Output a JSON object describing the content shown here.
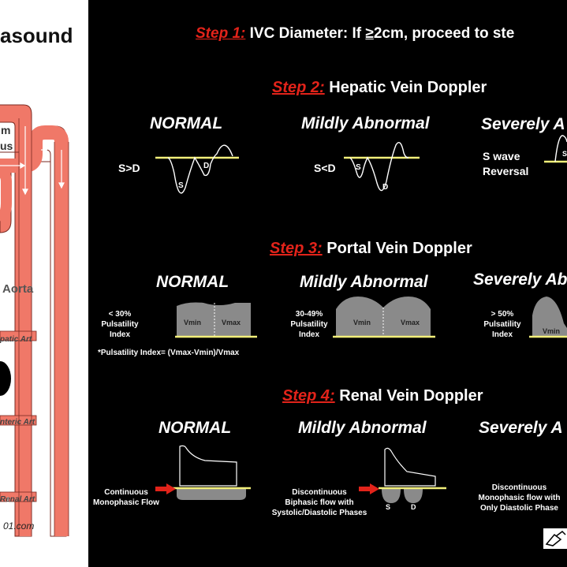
{
  "left_panel": {
    "title_fragment": "asound",
    "hepatic_label_line1": "m",
    "hepatic_label_line2": "us",
    "aorta_label": "Aorta",
    "hepatic_art_label": "patic Art",
    "mesenteric_art_label": "nteric Art",
    "renal_art_label": "Renal Art",
    "url_fragment": "01.com"
  },
  "step1": {
    "step": "Step 1:",
    "text": " IVC Diameter: If ",
    "ge": "≥",
    "text2": "2cm, proceed to ste"
  },
  "step2": {
    "step": "Step 2:",
    "title": " Hepatic Vein Doppler",
    "normal": {
      "header": "NORMAL",
      "label": "S>D",
      "s": "S",
      "d": "D"
    },
    "mild": {
      "header": "Mildly Abnormal",
      "label": "S<D",
      "s": "S",
      "d": "D"
    },
    "severe": {
      "header": "Severely A",
      "label_line1": "S wave",
      "label_line2": "Reversal",
      "s": "S"
    }
  },
  "step3": {
    "step": "Step 3:",
    "title": " Portal Vein Doppler",
    "normal": {
      "header": "NORMAL",
      "pi_line1": "< 30%",
      "pi_line2": "Pulsatility",
      "pi_line3": "Index",
      "vmin": "Vmin",
      "vmax": "Vmax"
    },
    "mild": {
      "header": "Mildly Abnormal",
      "pi_line1": "30-49%",
      "pi_line2": "Pulsatility",
      "pi_line3": "Index",
      "vmin": "Vmin",
      "vmax": "Vmax"
    },
    "severe": {
      "header": "Severely Ab",
      "pi_line1": "> 50%",
      "pi_line2": "Pulsatility",
      "pi_line3": "Index",
      "vmin": "Vmin"
    },
    "formula": "*Pulsatility Index= (Vmax-Vmin)/Vmax"
  },
  "step4": {
    "step": "Step 4:",
    "title": " Renal Vein Doppler",
    "normal": {
      "header": "NORMAL",
      "label_line1": "Continuous",
      "label_line2": "Monophasic Flow"
    },
    "mild": {
      "header": "Mildly Abnormal",
      "label_line1": "Discontinuous",
      "label_line2": "Biphasic flow with",
      "label_line3": "Systolic/Diastolic Phases",
      "s": "S",
      "d": "D"
    },
    "severe": {
      "header": "Severely A",
      "label_line1": "Discontinuous",
      "label_line2": "Monophasic flow with",
      "label_line3": "Only Diastolic Phase"
    }
  },
  "colors": {
    "step_red": "#e2231a",
    "vessel": "#f07868",
    "baseline": "#f2ef7a",
    "panel": "#000000"
  }
}
